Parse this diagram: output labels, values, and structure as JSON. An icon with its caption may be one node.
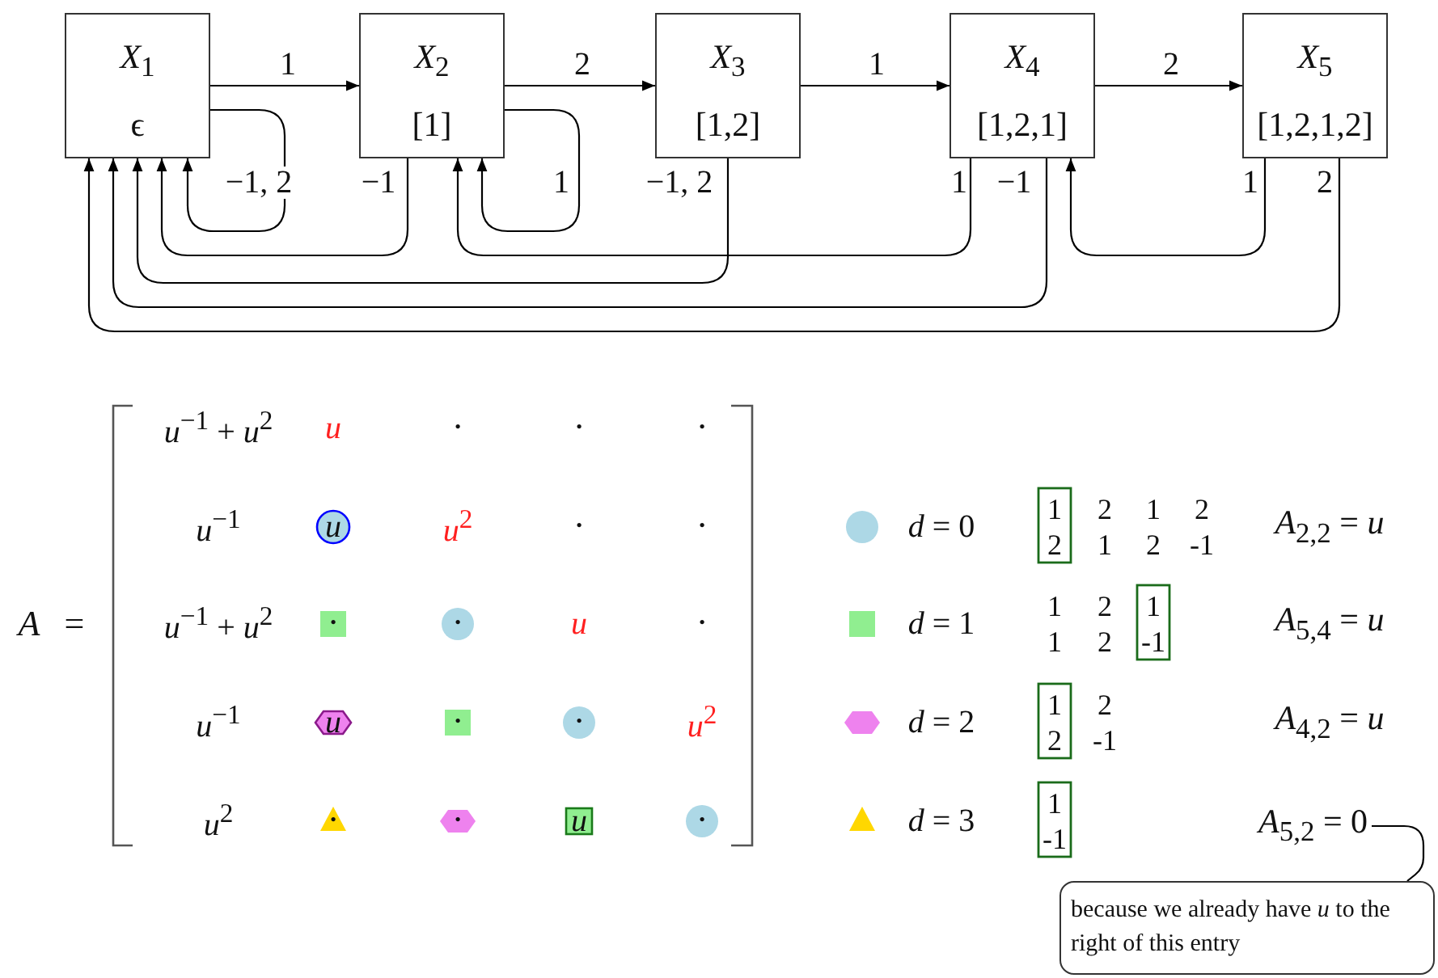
{
  "diagram": {
    "nodes": [
      {
        "text": [
          "*X*$_{1}$",
          "ϵ"
        ]
      },
      {
        "text": [
          "*X*$_{2}$",
          "[1]"
        ]
      },
      {
        "text": [
          "*X*$_{3}$",
          "[1,2]"
        ]
      },
      {
        "text": [
          "*X*$_{4}$",
          "[1,2,1]"
        ]
      },
      {
        "text": [
          "*X*$_{5}$",
          "[1,2,1,2]"
        ]
      },
      {
        "text": [
          "*A*$_{5,2}$ = 0"
        ]
      },
      {
        "text": [
          "because we already have *u* to the right of this entry"
        ]
      }
    ],
    "edges": [
      {
        "from": 0,
        "to": 1,
        "arrow": "to",
        "label": "1"
      },
      {
        "from": 1,
        "to": 2,
        "arrow": "to",
        "label": "2"
      },
      {
        "from": 2,
        "to": 3,
        "arrow": "to",
        "label": "1"
      },
      {
        "from": 3,
        "to": 4,
        "arrow": "to",
        "label": "2"
      },
      {
        "from": 0,
        "to": 0,
        "arrow": "to",
        "label": "−1, 2"
      },
      {
        "from": 1,
        "to": 0,
        "arrow": "to",
        "label": "−1"
      },
      {
        "from": 1,
        "to": 1,
        "arrow": "to",
        "label": "1"
      },
      {
        "from": 2,
        "to": 0,
        "arrow": "to",
        "label": "−1, 2"
      },
      {
        "from": 3,
        "to": 1,
        "arrow": "to",
        "label": "1"
      },
      {
        "from": 3,
        "to": 0,
        "arrow": "to",
        "label": "−1"
      },
      {
        "from": 4,
        "to": 3,
        "arrow": "to",
        "label": "1"
      },
      {
        "from": 4,
        "to": 0,
        "arrow": "to",
        "label": "2"
      },
      {
        "from": 5,
        "to": 6,
        "arrow": "none"
      }
    ],
    "labels": [
      "*A*",
      "=",
      "*u*$^{−1}$ + *u*$^{2}$",
      "*u*",
      "•",
      "•",
      "•",
      "*u*$^{−1}$",
      "*u*",
      "*u*$^{2}$",
      "•",
      "•",
      "*u*$^{−1}$ + *u*$^{2}$",
      "•",
      "•",
      "*u*",
      "•",
      "*u*$^{−1}$",
      "*u*",
      "•",
      "•",
      "*u*$^{2}$",
      "*u*$^{2}$",
      "•",
      "•",
      "*u*",
      "•",
      "1",
      "2",
      "1",
      "2",
      "2",
      "1",
      "2",
      "-1",
      "*A*$_{2,2}$ = *u*",
      "1",
      "2",
      "1",
      "1",
      "2",
      "-1",
      "*A*$_{5,4}$ = *u*",
      "1",
      "2",
      "2",
      "-1",
      "*A*$_{4,2}$ = *u*",
      "1",
      "-1"
    ],
    "legend": [
      {
        "text": "*d* = 0",
        "color": "#add8e6"
      },
      {
        "text": "*d* = 1",
        "color": "#90ee90"
      },
      {
        "text": "*d* = 2",
        "color": "#ee82ee"
      },
      {
        "text": "*d* = 3",
        "color": "#ffd700"
      }
    ]
  }
}
